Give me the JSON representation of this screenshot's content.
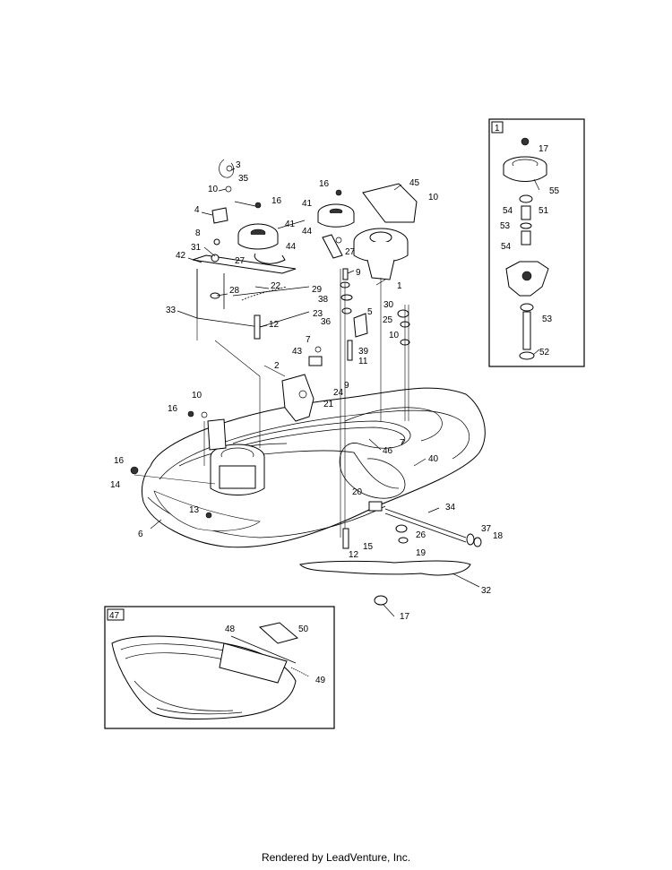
{
  "footer": "Rendered by LeadVenture, Inc.",
  "insets": {
    "spindle_assembly": "1",
    "deflector_shield": "47"
  },
  "callouts": [
    "3",
    "35",
    "10",
    "16",
    "41",
    "4",
    "8",
    "31",
    "27",
    "44",
    "42",
    "28",
    "22",
    "33",
    "12",
    "16",
    "41",
    "44",
    "27",
    "45",
    "10",
    "1",
    "9",
    "29",
    "38",
    "23",
    "36",
    "5",
    "30",
    "25",
    "10",
    "7",
    "43",
    "11",
    "39",
    "2",
    "24",
    "9",
    "21",
    "10",
    "16",
    "7",
    "46",
    "40",
    "16",
    "14",
    "13",
    "6",
    "20",
    "34",
    "26",
    "19",
    "37",
    "18",
    "12",
    "15",
    "32",
    "17",
    "17",
    "55",
    "51",
    "54",
    "53",
    "54",
    "53",
    "52",
    "48",
    "50",
    "49"
  ]
}
